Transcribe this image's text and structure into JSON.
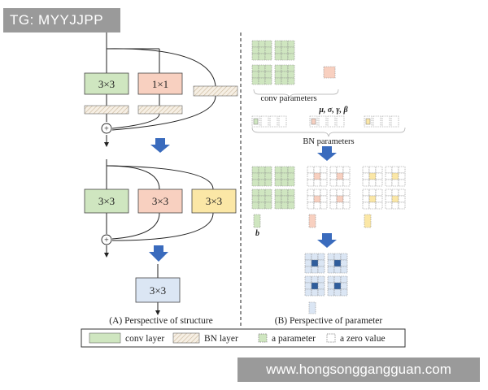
{
  "watermark_top": "TG: MYYJJPP",
  "watermark_bottom": "www.hongsonggangguan.com",
  "structure": {
    "block_top_3x3": "3×3",
    "block_top_1x1": "1×1",
    "block_mid_a": "3×3",
    "block_mid_b": "3×3",
    "block_mid_c": "3×3",
    "block_final": "3×3",
    "plus": "+",
    "caption": "(A) Perspective of structure"
  },
  "parameter": {
    "conv_label": "conv parameters",
    "bn_symbols": "μ,  σ,  γ,  β",
    "bn_label": "BN parameters",
    "bias_label": "b",
    "caption": "(B) Perspective of parameter"
  },
  "legend": {
    "conv": "conv layer",
    "bn": "BN layer",
    "param": "a parameter",
    "zero": "a zero value"
  },
  "colors": {
    "green": "#cfe6c0",
    "orange": "#f8d0c0",
    "yellow": "#fbe7a6",
    "blue_light": "#dbe6f4",
    "blue_arrow": "#3a6bbd",
    "blue_dark": "#2f5d9c"
  }
}
